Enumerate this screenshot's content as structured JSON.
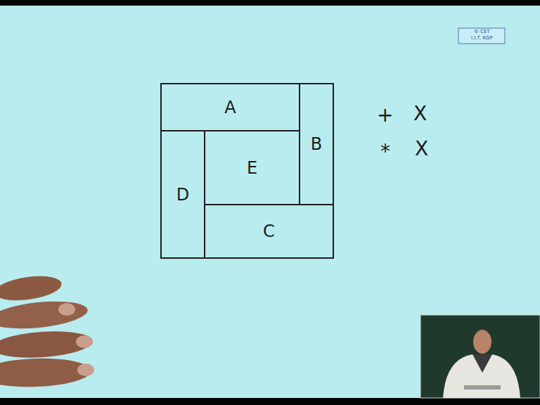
{
  "diagram": {
    "nodes": [
      {
        "text": [
          "A"
        ]
      },
      {
        "text": [
          "B"
        ]
      },
      {
        "text": [
          "D"
        ]
      },
      {
        "text": [
          "E"
        ]
      },
      {
        "text": [
          "C"
        ]
      }
    ],
    "labels": [
      "+",
      "X",
      "*",
      "X",
      "© CET",
      "I.I.T. KGP"
    ]
  }
}
